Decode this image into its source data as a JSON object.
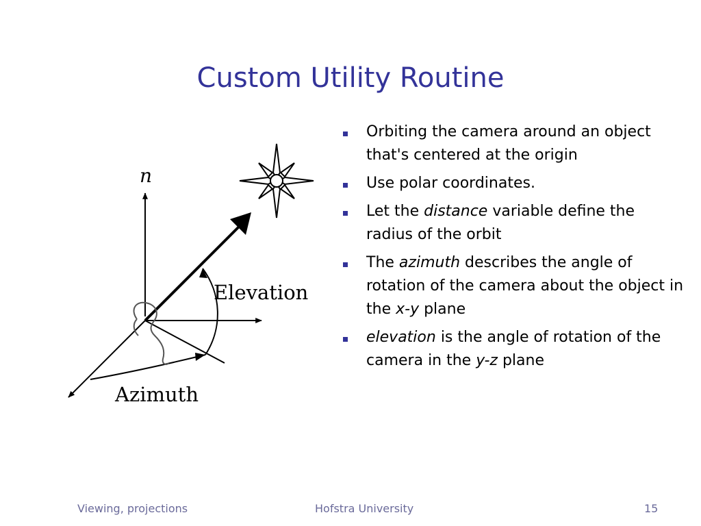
{
  "slide": {
    "title": "Custom Utility Routine"
  },
  "diagram": {
    "labels": {
      "normal": "n",
      "elevation": "Elevation",
      "azimuth": "Azimuth"
    },
    "icons": [
      "star-icon",
      "person-head-icon"
    ]
  },
  "bullets": [
    {
      "parts": [
        {
          "text": "Orbiting the camera around an object that's centered at the origin",
          "italic": false
        }
      ]
    },
    {
      "parts": [
        {
          "text": "Use polar coordinates.",
          "italic": false
        }
      ]
    },
    {
      "parts": [
        {
          "text": "Let the ",
          "italic": false
        },
        {
          "text": "distance",
          "italic": true
        },
        {
          "text": " variable define the radius of the orbit",
          "italic": false
        }
      ]
    },
    {
      "parts": [
        {
          "text": "The ",
          "italic": false
        },
        {
          "text": "azimuth",
          "italic": true
        },
        {
          "text": " describes the angle of rotation of the camera about the object in the ",
          "italic": false
        },
        {
          "text": "x-y",
          "italic": true
        },
        {
          "text": " plane",
          "italic": false
        }
      ]
    },
    {
      "parts": [
        {
          "text": "elevation",
          "italic": true
        },
        {
          "text": " is the angle of rotation of the camera in the ",
          "italic": false
        },
        {
          "text": "y-z",
          "italic": true
        },
        {
          "text": " plane",
          "italic": false
        }
      ]
    }
  ],
  "footer": {
    "left": "Viewing, projections",
    "center": "Hofstra University",
    "right": "15"
  },
  "colors": {
    "title": "#333399",
    "bullet_marker": "#333399",
    "footer_text": "#6a6a9a",
    "text": "#000000"
  }
}
